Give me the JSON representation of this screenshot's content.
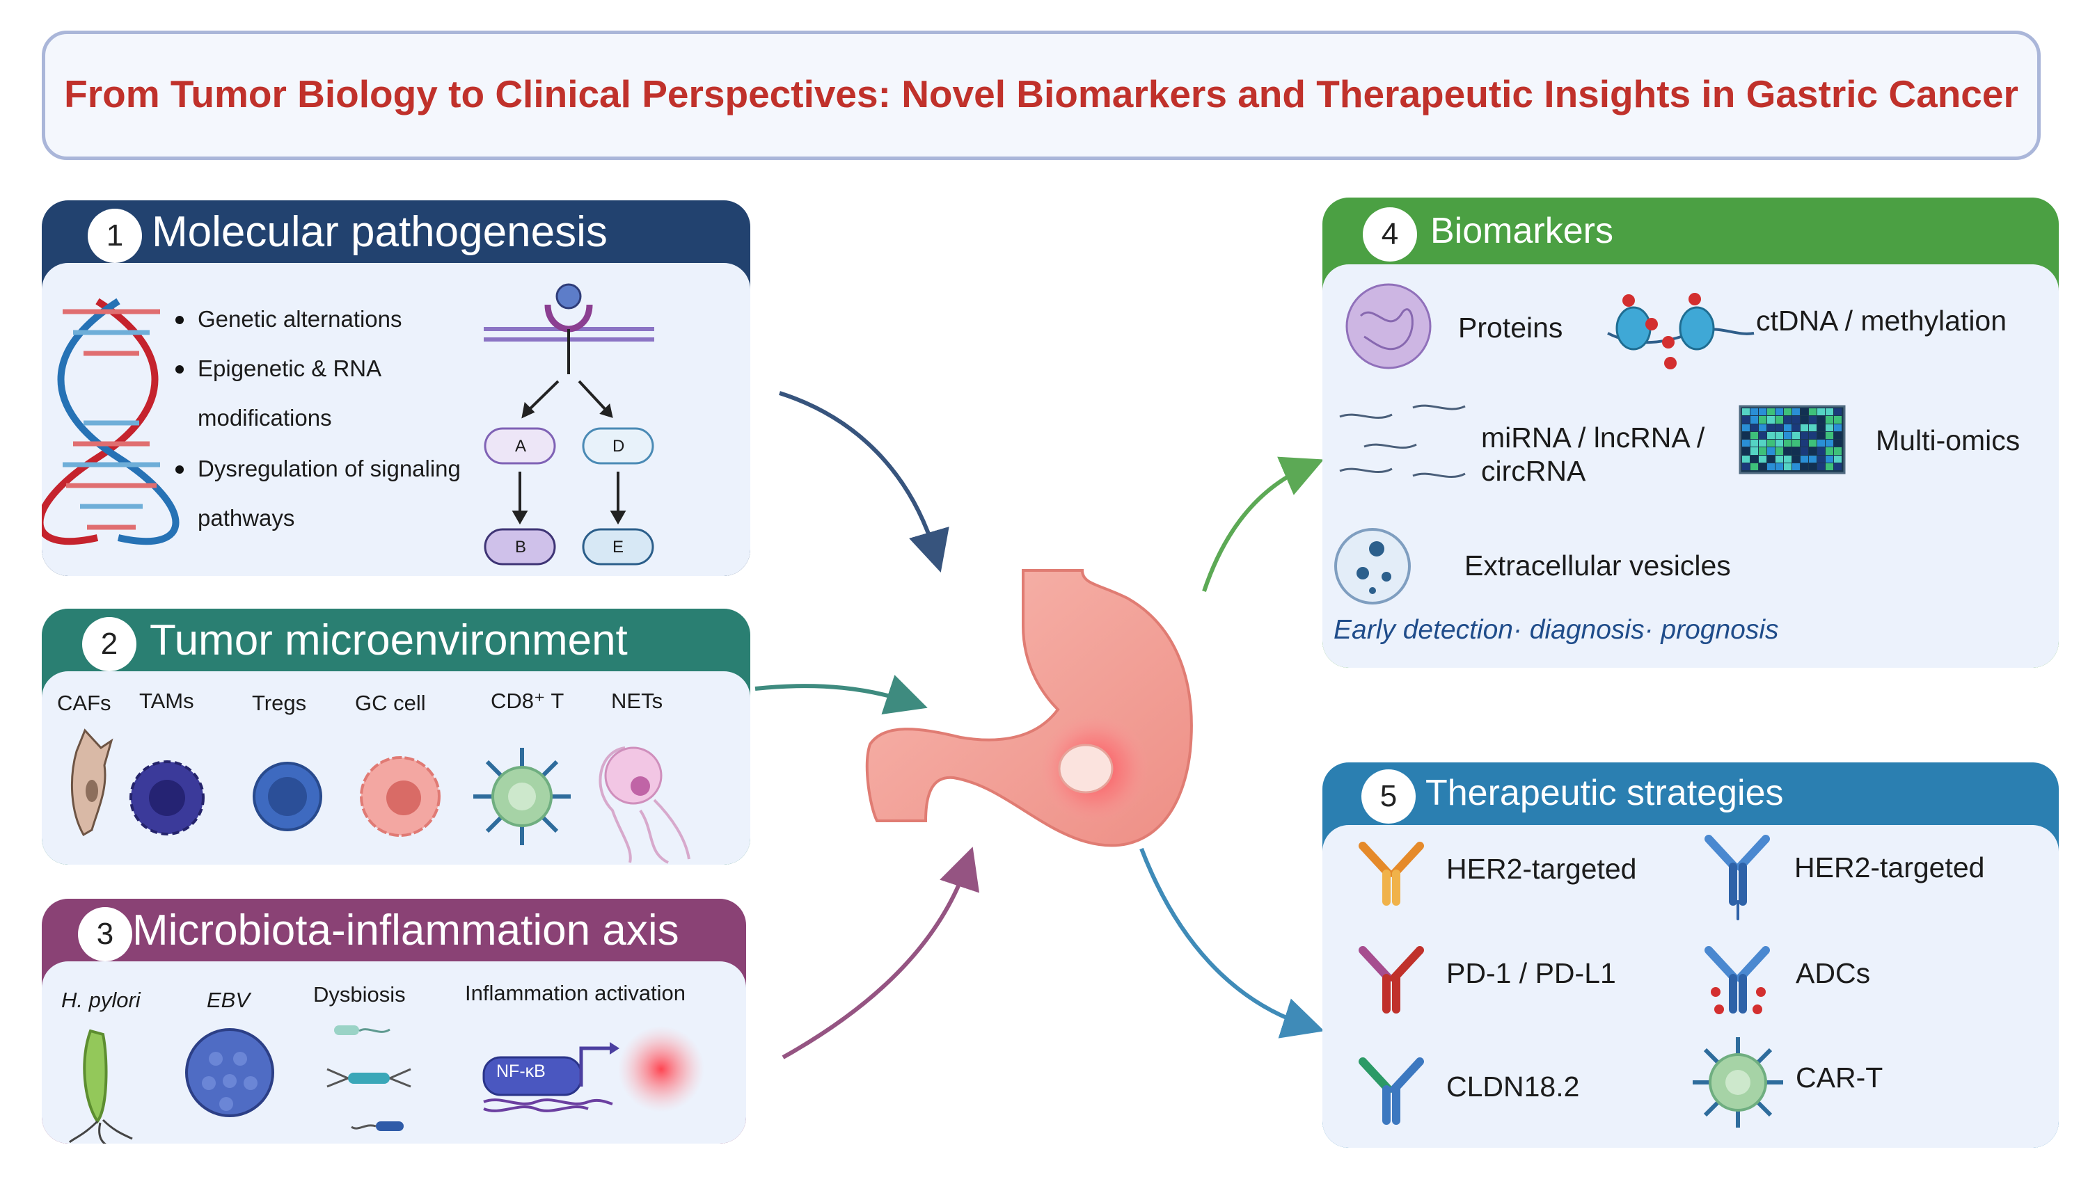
{
  "title": "From Tumor Biology to Clinical Perspectives: Novel Biomarkers and Therapeutic Insights in Gastric Cancer",
  "colors": {
    "title": "#c0312b",
    "panel1": "#22426f",
    "panel2": "#2a7f72",
    "panel3": "#8a4275",
    "panel4": "#4ba043",
    "panel5": "#2b7fb1",
    "panel_body": "#ecf2fc"
  },
  "panel1": {
    "number": "1",
    "title": "Molecular pathogenesis",
    "bullets": [
      "Genetic alternations",
      "Epigenetic & RNA",
      "modifications",
      "Dysregulation of signaling",
      "pathways"
    ],
    "nodes": [
      "A",
      "D",
      "B",
      "E"
    ]
  },
  "panel2": {
    "number": "2",
    "title": "Tumor microenvironment",
    "cells": [
      "CAFs",
      "TAMs",
      "Tregs",
      "GC cell",
      "CD8⁺ T",
      "NETs"
    ]
  },
  "panel3": {
    "number": "3",
    "title": "Microbiota-inflammation axis",
    "items": [
      "H. pylori",
      "EBV",
      "Dysbiosis",
      "Inflammation activation"
    ],
    "nfkb": "NF-κB"
  },
  "panel4": {
    "number": "4",
    "title": "Biomarkers",
    "items": [
      "Proteins",
      "ctDNA / methylation",
      "miRNA / lncRNA /",
      "circRNA",
      "Multi-omics",
      "Extracellular vesicles"
    ],
    "footer": "Early detection· diagnosis· prognosis"
  },
  "panel5": {
    "number": "5",
    "title": "Therapeutic strategies",
    "items": [
      "HER2-targeted",
      "HER2-targeted",
      "PD-1 / PD-L1",
      "ADCs",
      "CLDN18.2",
      "CAR-T"
    ]
  }
}
